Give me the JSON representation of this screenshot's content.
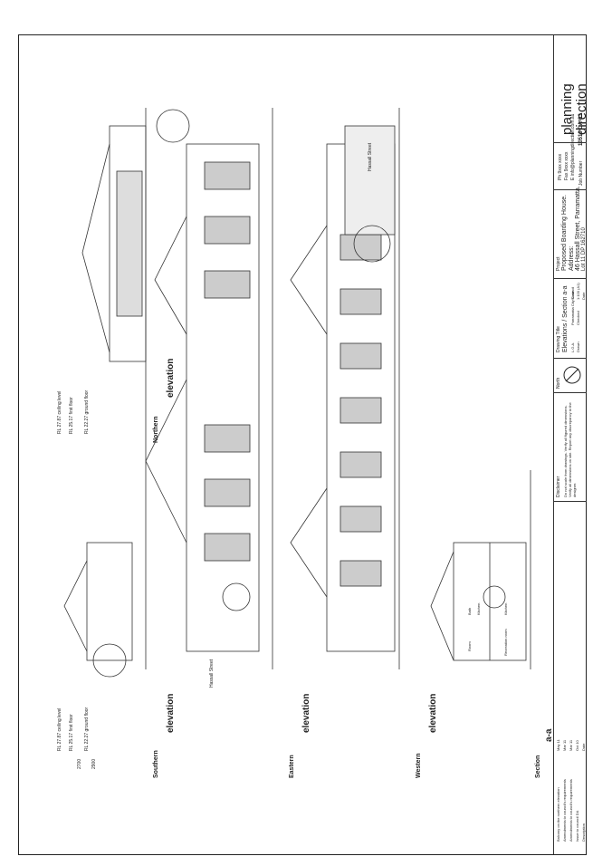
{
  "firm": {
    "line1": "planning",
    "line2": "direction",
    "job_number_label": "Job Number",
    "job_number": "10519 DA-03",
    "contact": [
      "Ph 9xxx xxxx",
      "Fax 9xxx xxxx",
      "E info@planningdirection.com.au"
    ]
  },
  "project": {
    "label": "Project",
    "title": "Proposed Boarding House.",
    "address_label": "Address:",
    "address": "46 Hassall Street, Parramatta.",
    "lot": "Lot 11 DP 162710"
  },
  "drawing": {
    "label": "Drawing Title",
    "title": "Elevations / Section a-a",
    "council": "Parramatta City Council",
    "scale_label": "Scale",
    "scale": "1:100 (A1)",
    "drawn_label": "Drawn",
    "checked_label": "Checked",
    "date_label": "Date",
    "north_label": "North",
    "lga": "L.G.A."
  },
  "disclaimer": {
    "label": "Disclaimer",
    "text": "Do not scale from drawings. Verify all figured dimensions. Verify all dimensions on site. Report any discrepancy to the designer."
  },
  "revisions": [
    {
      "rev": "D",
      "desc": "Balcony on the northern elevation",
      "by": "AB",
      "date": "May 11"
    },
    {
      "rev": "C",
      "desc": "Amendments to council's requirements",
      "by": "AB",
      "date": "Mar 11"
    },
    {
      "rev": "B",
      "desc": "Amendments to council's requirements",
      "by": "AB",
      "date": "Mar 11"
    },
    {
      "rev": "A",
      "desc": "Issue to council DA",
      "by": "AB",
      "date": "Oct 10"
    },
    {
      "rev": "Rev",
      "desc": "Description",
      "by": "By",
      "date": "Date"
    }
  ],
  "elevations": {
    "northern": {
      "name": "Northern",
      "word": "elevation"
    },
    "southern": {
      "name": "Southern",
      "word": "elevation"
    },
    "eastern": {
      "name": "Eastern",
      "word": "elevation"
    },
    "western": {
      "name": "Western",
      "word": "elevation"
    },
    "section": {
      "name": "Section",
      "word": "a-a"
    }
  },
  "levels": {
    "ceiling": "RL 27.87 ceiling level",
    "first": "RL 25.17 first floor",
    "ground": "RL 22.27 ground floor",
    "dim_upper": "2700",
    "dim_lower": "2900"
  },
  "section_rooms": [
    "Bath",
    "Kitchen",
    "Room",
    "Recreation room",
    "Kitchen"
  ],
  "street": "Hassall Street"
}
